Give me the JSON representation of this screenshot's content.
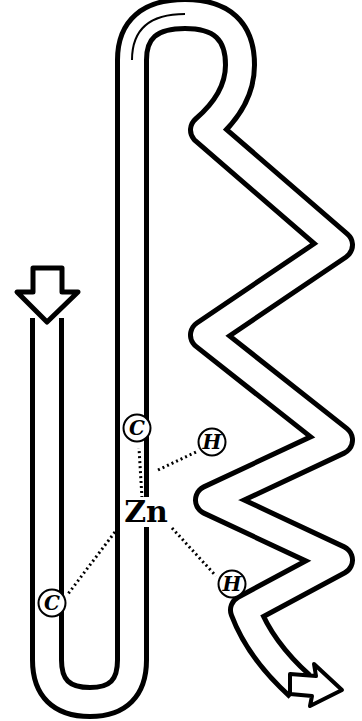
{
  "diagram": {
    "nodes": [
      {
        "text": [
          "C"
        ]
      },
      {
        "text": [
          "H"
        ]
      },
      {
        "text": [
          "H"
        ]
      },
      {
        "text": [
          "C"
        ]
      }
    ],
    "labels": [
      "Zn"
    ]
  }
}
